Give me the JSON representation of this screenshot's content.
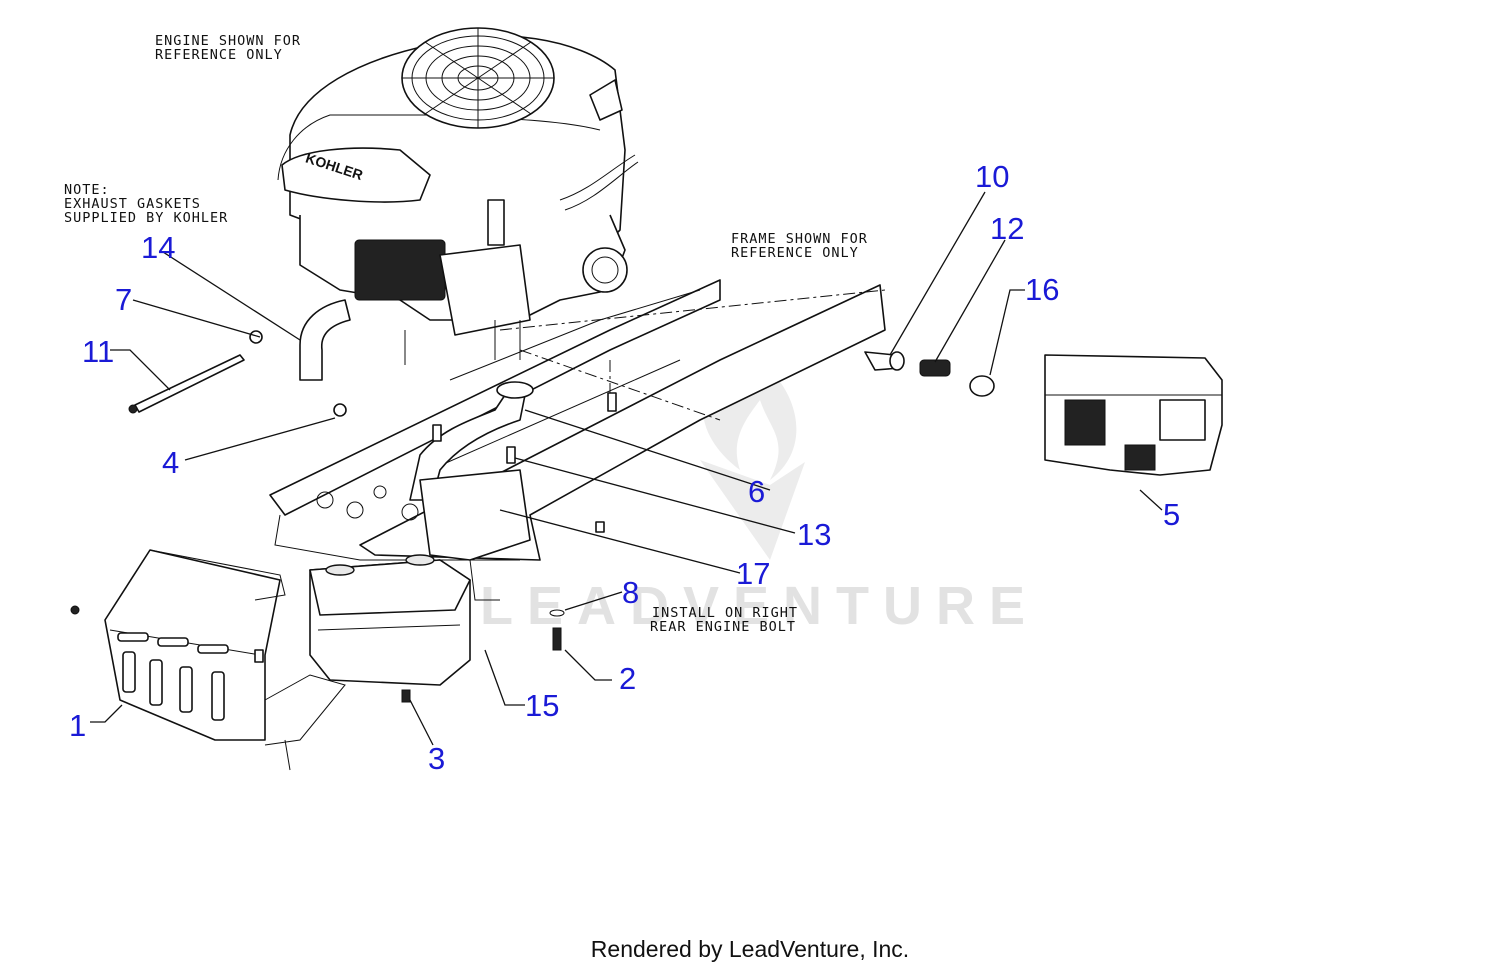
{
  "notes": {
    "engine_ref": [
      "ENGINE SHOWN FOR",
      "REFERENCE ONLY"
    ],
    "gaskets": [
      "NOTE:",
      "EXHAUST GASKETS",
      "SUPPLIED BY KOHLER"
    ],
    "frame_ref": [
      "FRAME SHOWN FOR",
      "REFERENCE ONLY"
    ],
    "install": [
      "INSTALL ON RIGHT",
      "REAR ENGINE BOLT"
    ]
  },
  "brand": {
    "engine_logo": "KOHLER",
    "watermark": "LEADVENTURE"
  },
  "callouts": [
    {
      "id": "c10",
      "label": "10"
    },
    {
      "id": "c12",
      "label": "12"
    },
    {
      "id": "c16",
      "label": "16"
    },
    {
      "id": "c14",
      "label": "14"
    },
    {
      "id": "c7",
      "label": "7"
    },
    {
      "id": "c11",
      "label": "11"
    },
    {
      "id": "c4",
      "label": "4"
    },
    {
      "id": "c6",
      "label": "6"
    },
    {
      "id": "c13",
      "label": "13"
    },
    {
      "id": "c17",
      "label": "17"
    },
    {
      "id": "c5",
      "label": "5"
    },
    {
      "id": "c8",
      "label": "8"
    },
    {
      "id": "c2",
      "label": "2"
    },
    {
      "id": "c15",
      "label": "15"
    },
    {
      "id": "c1",
      "label": "1"
    },
    {
      "id": "c3",
      "label": "3"
    }
  ],
  "footer": "Rendered by LeadVenture, Inc.",
  "colors": {
    "callout": "#1a1ad6",
    "line": "#111111",
    "watermark": "#e2e2e2"
  }
}
